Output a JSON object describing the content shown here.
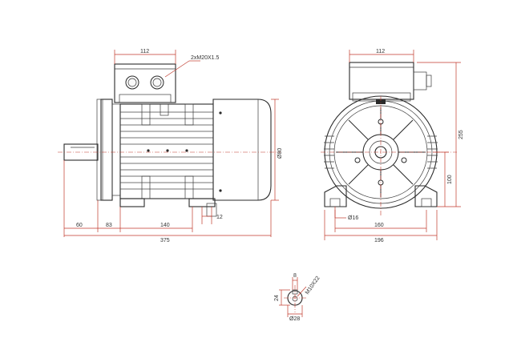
{
  "labels": {
    "side_top_width": "112",
    "cable_gland": "2xM20X1.5",
    "diameter_frame": "Ø80",
    "shaft_len": "60",
    "dim_83": "83",
    "dim_140": "140",
    "dim_12": "12",
    "overall_len": "375",
    "front_top_width": "112",
    "front_height": "255",
    "shaft_height": "100",
    "foot_hole": "Ø16",
    "foot_span": "160",
    "overall_width": "196",
    "key_width": "8",
    "key_height": "24",
    "shaft_thread": "M10X22",
    "shaft_diam": "Ø28"
  },
  "colors": {
    "line": "#2a2a2a",
    "dimension": "#c0392b"
  }
}
